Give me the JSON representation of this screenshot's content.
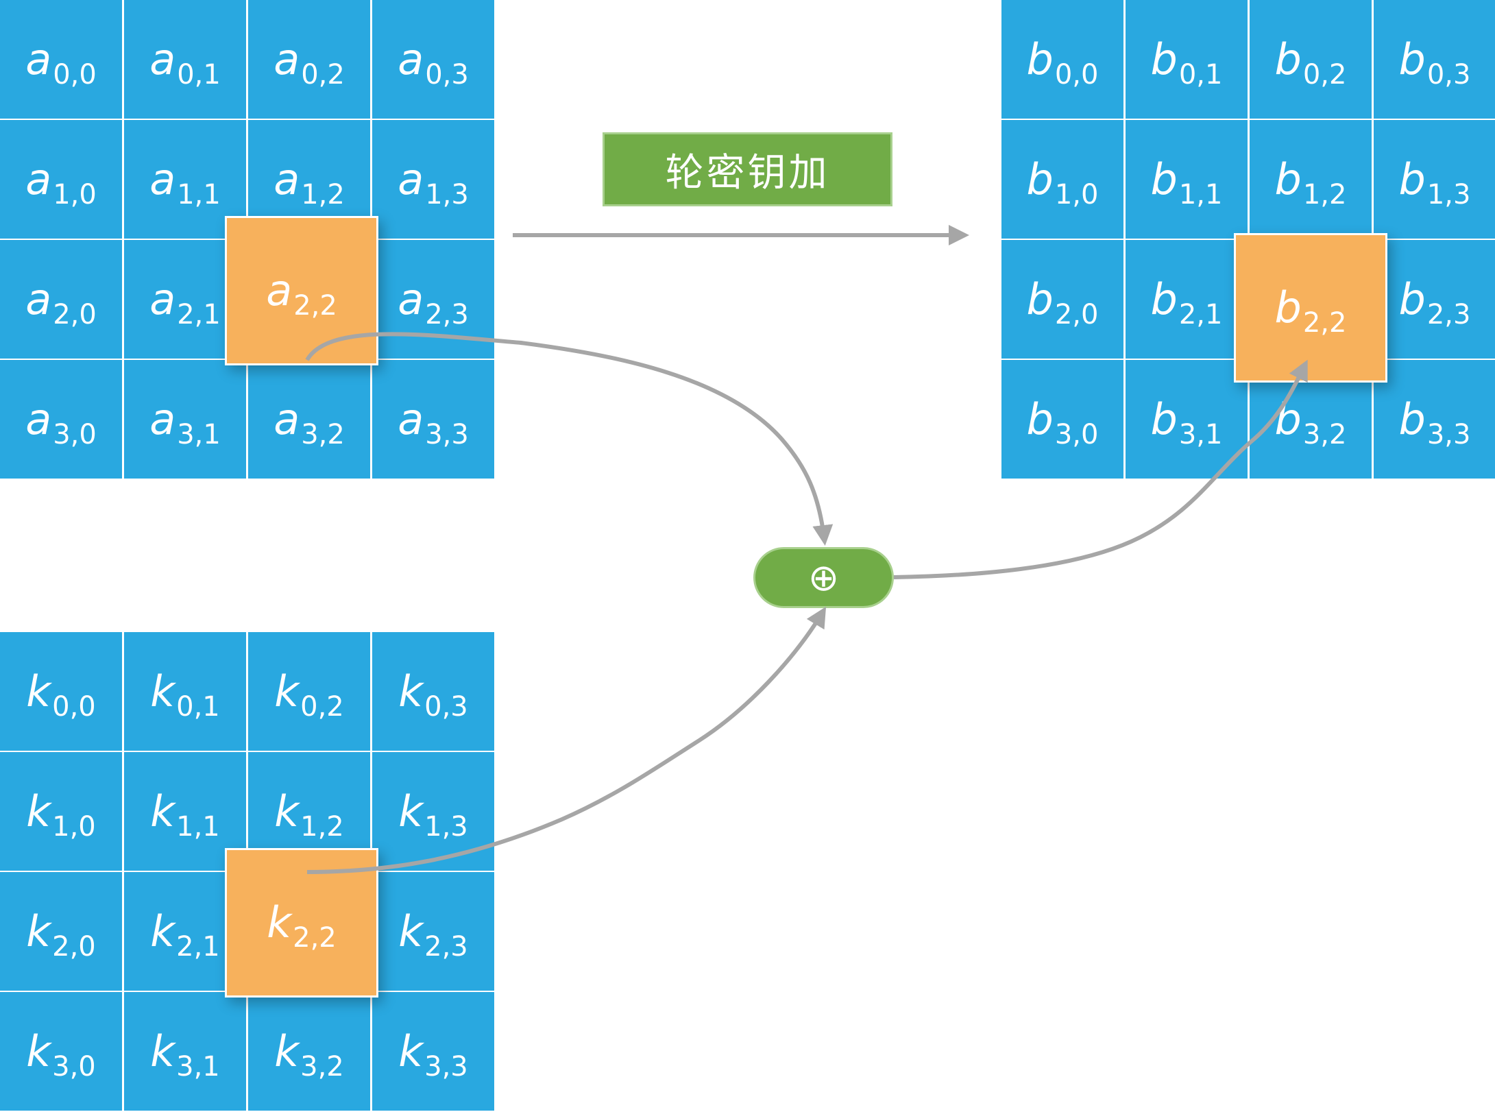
{
  "operation_label": "轮密钥加",
  "xor_symbol": "⊕",
  "highlight_index": [
    2,
    2
  ],
  "colors": {
    "cell": "#29a8e0",
    "highlight": "#f7b15c",
    "operation": "#71ac47",
    "operation_border": "#a8d08d",
    "arrow": "#a6a6a6",
    "text": "#ffffff"
  },
  "matrices": [
    {
      "id": "a",
      "symbol": "a",
      "subscripts": [
        [
          "0,0",
          "0,1",
          "0,2",
          "0,3"
        ],
        [
          "1,0",
          "1,1",
          "1,2",
          "1,3"
        ],
        [
          "2,0",
          "2,1",
          "2,2",
          "2,3"
        ],
        [
          "3,0",
          "3,1",
          "3,2",
          "3,3"
        ]
      ]
    },
    {
      "id": "b",
      "symbol": "b",
      "subscripts": [
        [
          "0,0",
          "0,1",
          "0,2",
          "0,3"
        ],
        [
          "1,0",
          "1,1",
          "1,2",
          "1,3"
        ],
        [
          "2,0",
          "2,1",
          "2,2",
          "2,3"
        ],
        [
          "3,0",
          "3,1",
          "3,2",
          "3,3"
        ]
      ]
    },
    {
      "id": "k",
      "symbol": "k",
      "subscripts": [
        [
          "0,0",
          "0,1",
          "0,2",
          "0,3"
        ],
        [
          "1,0",
          "1,1",
          "1,2",
          "1,3"
        ],
        [
          "2,0",
          "2,1",
          "2,2",
          "2,3"
        ],
        [
          "3,0",
          "3,1",
          "3,2",
          "3,3"
        ]
      ]
    }
  ]
}
